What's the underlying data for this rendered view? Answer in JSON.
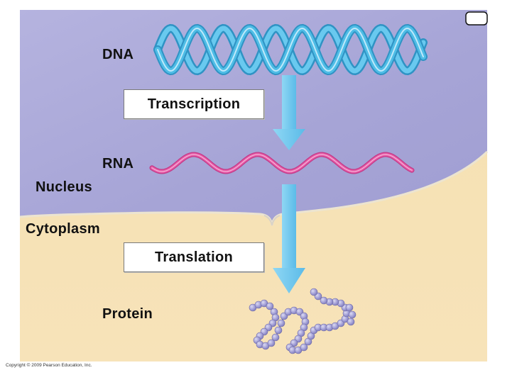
{
  "labels": {
    "dna": "DNA",
    "rna": "RNA",
    "nucleus": "Nucleus",
    "cytoplasm": "Cytoplasm",
    "protein": "Protein"
  },
  "process_boxes": {
    "transcription": "Transcription",
    "translation": "Translation"
  },
  "copyright": "Copyright © 2009 Pearson Education, Inc.",
  "colors": {
    "nucleus_fill": "#a9a7d8",
    "cytoplasm_fill": "#f3dcaa",
    "dna_strand": "#4fbde6",
    "rna_strand": "#e65aa8",
    "arrow": "#6cc6ee",
    "protein_bead": "#a6a2d6"
  }
}
